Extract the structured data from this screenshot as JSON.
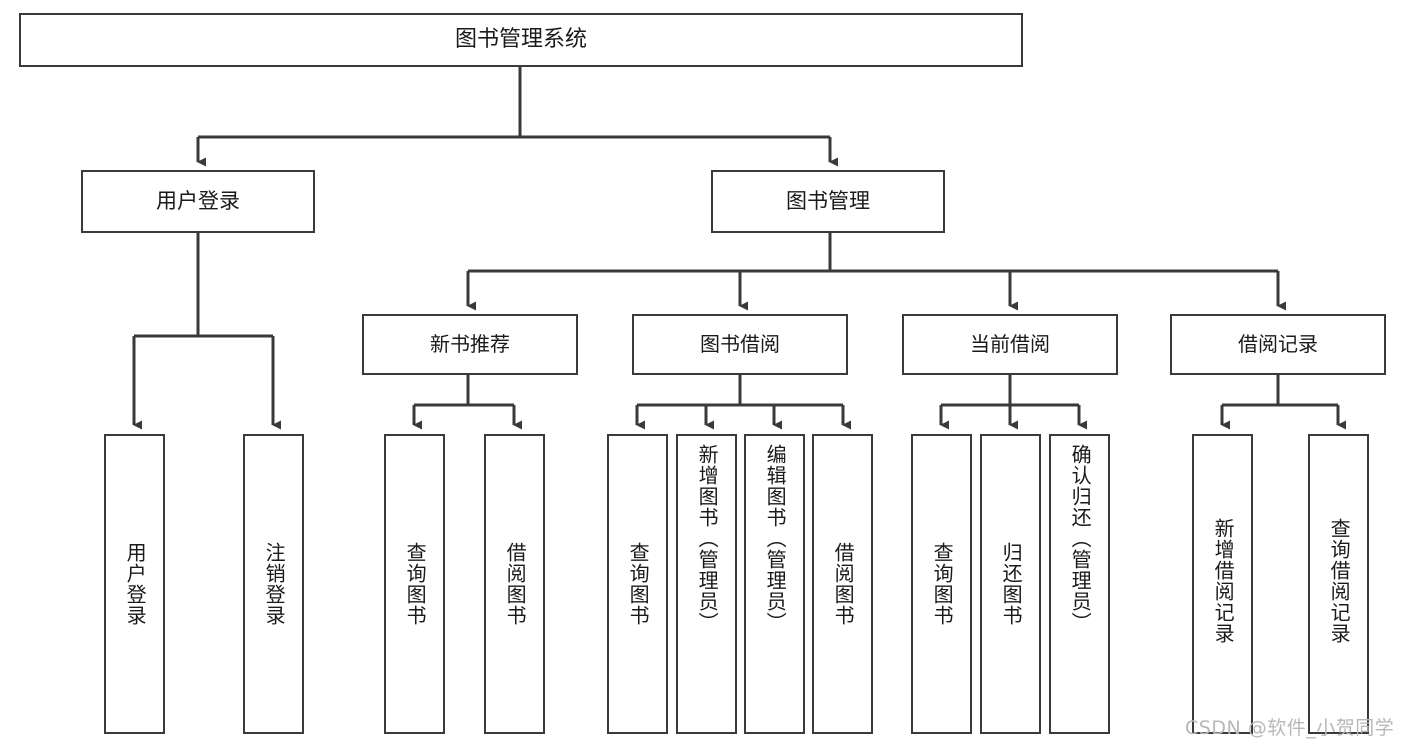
{
  "diagram": {
    "title": "图书管理系统",
    "type": "功能结构图",
    "root": {
      "label": "图书管理系统"
    },
    "level1": [
      {
        "label": "用户登录"
      },
      {
        "label": "图书管理"
      }
    ],
    "level2": [
      {
        "label": "新书推荐"
      },
      {
        "label": "图书借阅"
      },
      {
        "label": "当前借阅"
      },
      {
        "label": "借阅记录"
      }
    ],
    "leaves": {
      "user_login": [
        {
          "label": "用户登录"
        },
        {
          "label": "注销登录"
        }
      ],
      "new_book": [
        {
          "label": "查询图书"
        },
        {
          "label": "借阅图书"
        }
      ],
      "book_borrow": [
        {
          "label": "查询图书"
        },
        {
          "label": "新增图书（管理员）"
        },
        {
          "label": "编辑图书（管理员）"
        },
        {
          "label": "借阅图书"
        }
      ],
      "current_borrow": [
        {
          "label": "查询图书"
        },
        {
          "label": "归还图书"
        },
        {
          "label": "确认归还（管理员）"
        }
      ],
      "borrow_record": [
        {
          "label": "新增借阅记录"
        },
        {
          "label": "查询借阅记录"
        }
      ]
    }
  },
  "watermark": {
    "text": "CSDN @软件_小贺同学"
  },
  "colors": {
    "stroke": "#3a3a3a",
    "fill": "#ffffff",
    "text": "#1a1a1a",
    "watermark": "#b8b8b8"
  }
}
